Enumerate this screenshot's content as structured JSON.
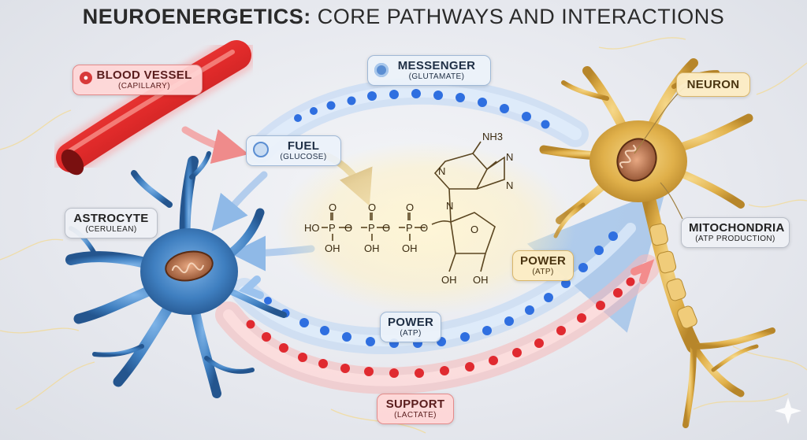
{
  "title": {
    "bold": "NEUROENERGETICS:",
    "rest": " CORE PATHWAYS AND INTERACTIONS"
  },
  "labels": {
    "blood_vessel": {
      "main": "BLOOD VESSEL",
      "sub": "(CAPILLARY)"
    },
    "messenger": {
      "main": "MESSENGER",
      "sub": "(GLUTAMATE)"
    },
    "neuron": {
      "main": "NEURON"
    },
    "fuel": {
      "main": "FUEL",
      "sub": "(GLUCOSE)"
    },
    "astrocyte": {
      "main": "ASTROCYTE",
      "sub": "(CERULEAN)"
    },
    "mitochondria": {
      "main": "MITOCHONDRIA",
      "sub": "(ATP PRODUCTION)"
    },
    "power_right": {
      "main": "POWER",
      "sub": "(ATP)"
    },
    "power_center": {
      "main": "POWER",
      "sub": "(ATP)"
    },
    "support": {
      "main": "SUPPORT",
      "sub": "(LACTATE)"
    }
  },
  "molecule": {
    "nh3": "NH3",
    "ho": "HO",
    "p": "P",
    "o": "O",
    "oh": "OH",
    "n": "N"
  },
  "colors": {
    "astrocyte": "#3f7fc0",
    "neuron": "#e0b04a",
    "vessel": "#e03030",
    "blue_particle": "#2f6fe0",
    "red_particle": "#e02a30"
  },
  "icons": {
    "blood_vessel": "blood-drop-icon",
    "messenger": "vesicle-icon",
    "fuel": "glucose-molecule-icon",
    "watermark": "sparkle-icon"
  }
}
